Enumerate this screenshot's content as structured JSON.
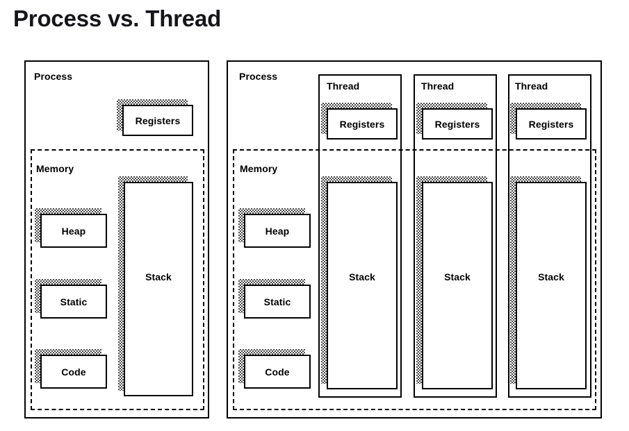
{
  "title": "Process vs. Thread",
  "colors": {
    "ink": "#000000",
    "title_ink": "#16161a",
    "paper": "#ffffff",
    "shadow": "#4a4a4a"
  },
  "labels": {
    "process": "Process",
    "memory": "Memory",
    "thread": "Thread",
    "registers": "Registers",
    "heap": "Heap",
    "static": "Static",
    "code": "Code",
    "stack": "Stack"
  },
  "diagram": {
    "type": "concept-diagram",
    "panels": [
      {
        "id": "single-threaded-process",
        "caption": "Process",
        "memory_caption": "Memory",
        "threads": [],
        "registers": [
          "Registers"
        ],
        "memory_segments": [
          "Heap",
          "Static",
          "Code"
        ],
        "stacks": [
          "Stack"
        ]
      },
      {
        "id": "multi-threaded-process",
        "caption": "Process",
        "memory_caption": "Memory",
        "threads": [
          "Thread",
          "Thread",
          "Thread"
        ],
        "registers": [
          "Registers",
          "Registers",
          "Registers"
        ],
        "memory_segments": [
          "Heap",
          "Static",
          "Code"
        ],
        "stacks": [
          "Stack",
          "Stack",
          "Stack"
        ]
      }
    ],
    "notes": {
      "shared": [
        "Heap",
        "Static",
        "Code"
      ],
      "per_thread": [
        "Registers",
        "Stack"
      ]
    }
  }
}
